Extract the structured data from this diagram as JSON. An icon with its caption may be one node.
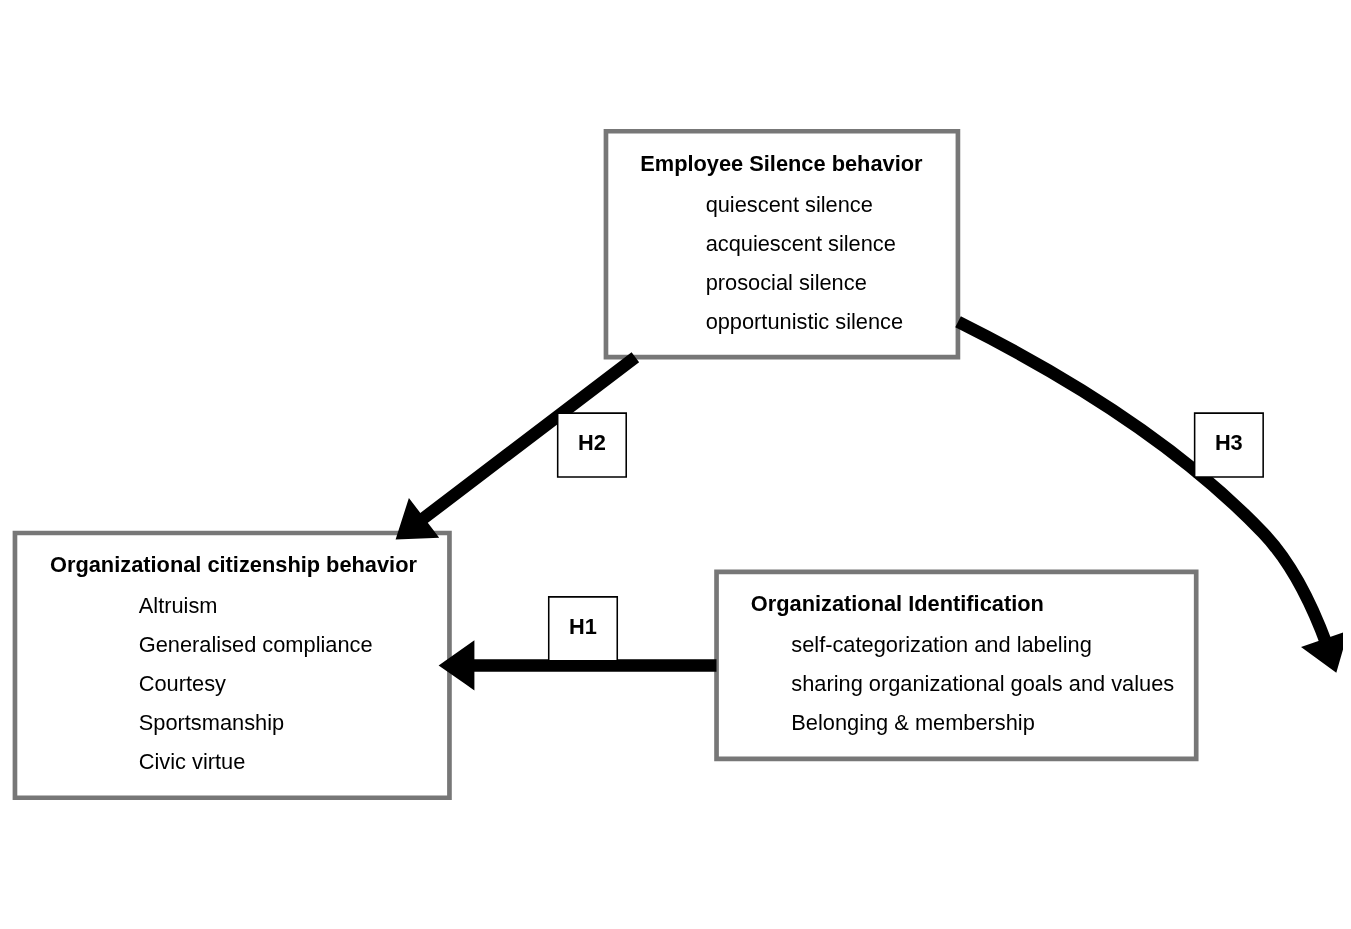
{
  "diagram": {
    "nodes": [
      {
        "text": [
          "Employee Silence behavior",
          "quiescent silence",
          "acquiescent silence",
          "prosocial silence",
          "opportunistic silence"
        ]
      },
      {
        "text": [
          "Organizational Identification",
          "self-categorization and labeling",
          "sharing organizational goals and values",
          "Belonging & membership"
        ]
      },
      {
        "text": [
          "Organizational citizenship behavior",
          "Altruism",
          "Generalised compliance",
          "Courtesy",
          "Sportsmanship",
          "Civic virtue"
        ]
      }
    ],
    "edges": [
      {
        "from": 0,
        "to": 2,
        "arrow": "to",
        "label": "H2"
      },
      {
        "from": 0,
        "to": null,
        "arrow": "to",
        "label": "H3"
      },
      {
        "from": 1,
        "to": 2,
        "arrow": "to",
        "label": "H1"
      }
    ]
  }
}
